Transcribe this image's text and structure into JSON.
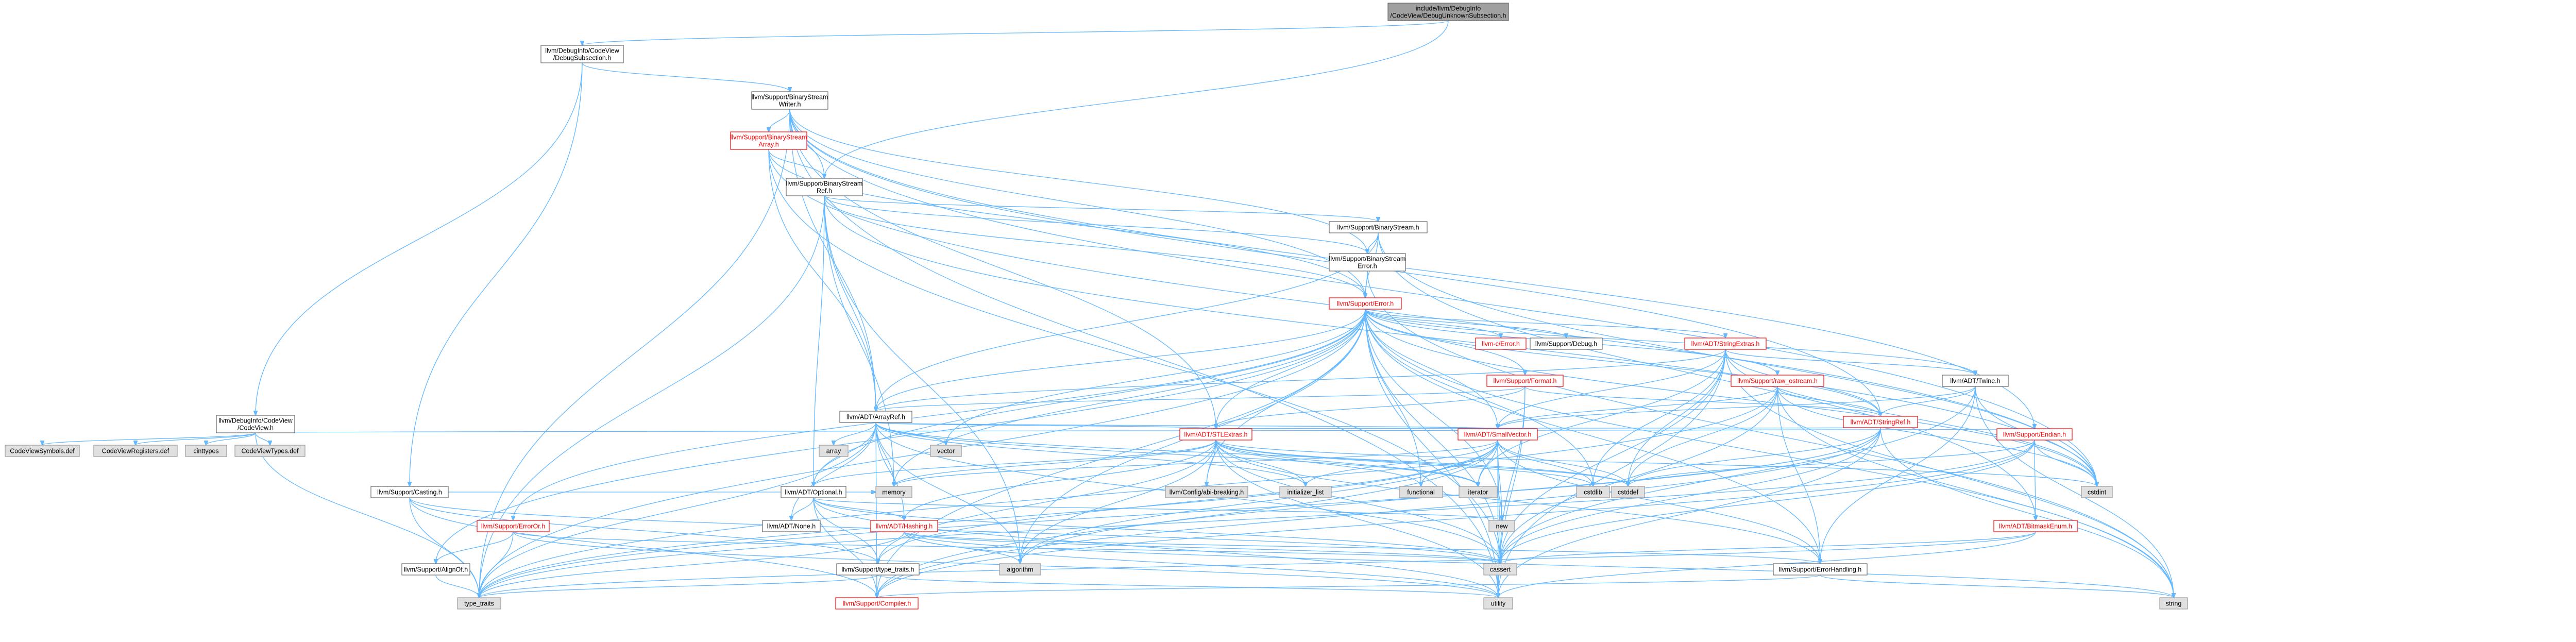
{
  "graph": {
    "nodes": [
      {
        "id": "root",
        "lines": [
          "include/llvm/DebugInfo",
          "/CodeView/DebugUnknownSubsection.h"
        ],
        "style": "root"
      },
      {
        "id": "debugsubsection",
        "lines": [
          "llvm/DebugInfo/CodeView",
          "/DebugSubsection.h"
        ],
        "style": "normal"
      },
      {
        "id": "binarystreamwriter",
        "lines": [
          "llvm/Support/BinaryStream",
          "Writer.h"
        ],
        "style": "normal"
      },
      {
        "id": "binarystreamarray",
        "lines": [
          "llvm/Support/BinaryStream",
          "Array.h"
        ],
        "style": "red"
      },
      {
        "id": "binarystreamref",
        "lines": [
          "llvm/Support/BinaryStream",
          "Ref.h"
        ],
        "style": "normal"
      },
      {
        "id": "binarystream",
        "lines": [
          "llvm/Support/BinaryStream.h"
        ],
        "style": "normal"
      },
      {
        "id": "binarystreamerror",
        "lines": [
          "llvm/Support/BinaryStream",
          "Error.h"
        ],
        "style": "normal"
      },
      {
        "id": "error",
        "lines": [
          "llvm/Support/Error.h"
        ],
        "style": "red"
      },
      {
        "id": "cerror",
        "lines": [
          "llvm-c/Error.h"
        ],
        "style": "red"
      },
      {
        "id": "debug",
        "lines": [
          "llvm/Support/Debug.h"
        ],
        "style": "normal"
      },
      {
        "id": "stringextras",
        "lines": [
          "llvm/ADT/StringExtras.h"
        ],
        "style": "red"
      },
      {
        "id": "format",
        "lines": [
          "llvm/Support/Format.h"
        ],
        "style": "red"
      },
      {
        "id": "rawostream",
        "lines": [
          "llvm/Support/raw_ostream.h"
        ],
        "style": "red"
      },
      {
        "id": "twine",
        "lines": [
          "llvm/ADT/Twine.h"
        ],
        "style": "normal"
      },
      {
        "id": "stringref",
        "lines": [
          "llvm/ADT/StringRef.h"
        ],
        "style": "red"
      },
      {
        "id": "arrayref",
        "lines": [
          "llvm/ADT/ArrayRef.h"
        ],
        "style": "normal"
      },
      {
        "id": "codeview",
        "lines": [
          "llvm/DebugInfo/CodeView",
          "/CodeView.h"
        ],
        "style": "normal"
      },
      {
        "id": "casting",
        "lines": [
          "llvm/Support/Casting.h"
        ],
        "style": "normal"
      },
      {
        "id": "stlextras",
        "lines": [
          "llvm/ADT/STLExtras.h"
        ],
        "style": "red"
      },
      {
        "id": "smallvector",
        "lines": [
          "llvm/ADT/SmallVector.h"
        ],
        "style": "red"
      },
      {
        "id": "endian",
        "lines": [
          "llvm/Support/Endian.h"
        ],
        "style": "red"
      },
      {
        "id": "bitmaskenum",
        "lines": [
          "llvm/ADT/BitmaskEnum.h"
        ],
        "style": "red"
      },
      {
        "id": "optional",
        "lines": [
          "llvm/ADT/Optional.h"
        ],
        "style": "normal"
      },
      {
        "id": "none",
        "lines": [
          "llvm/ADT/None.h"
        ],
        "style": "normal"
      },
      {
        "id": "hashing",
        "lines": [
          "llvm/ADT/Hashing.h"
        ],
        "style": "red"
      },
      {
        "id": "errorort",
        "lines": [
          "llvm/Support/ErrorOr.h"
        ],
        "style": "red"
      },
      {
        "id": "alignof",
        "lines": [
          "llvm/Support/AlignOf.h"
        ],
        "style": "normal"
      },
      {
        "id": "typetraits",
        "lines": [
          "llvm/Support/type_traits.h"
        ],
        "style": "normal"
      },
      {
        "id": "compiler",
        "lines": [
          "llvm/Support/Compiler.h"
        ],
        "style": "red"
      },
      {
        "id": "errorhandling",
        "lines": [
          "llvm/Support/ErrorHandling.h"
        ],
        "style": "normal"
      },
      {
        "id": "configbreaking",
        "lines": [
          "llvm/Config/abi-breaking.h"
        ],
        "style": "grey"
      },
      {
        "id": "codeviewsymbols",
        "lines": [
          "CodeViewSymbols.def"
        ],
        "style": "grey"
      },
      {
        "id": "codeviewregisters",
        "lines": [
          "CodeViewRegisters.def"
        ],
        "style": "grey"
      },
      {
        "id": "cinttypes",
        "lines": [
          "cinttypes"
        ],
        "style": "grey"
      },
      {
        "id": "codeviewtypes",
        "lines": [
          "CodeViewTypes.def"
        ],
        "style": "grey"
      },
      {
        "id": "array",
        "lines": [
          "array"
        ],
        "style": "grey"
      },
      {
        "id": "vector",
        "lines": [
          "vector"
        ],
        "style": "grey"
      },
      {
        "id": "initlist",
        "lines": [
          "initializer_list"
        ],
        "style": "grey"
      },
      {
        "id": "functional",
        "lines": [
          "functional"
        ],
        "style": "grey"
      },
      {
        "id": "iterator",
        "lines": [
          "iterator"
        ],
        "style": "grey"
      },
      {
        "id": "cstdlib",
        "lines": [
          "cstdlib"
        ],
        "style": "grey"
      },
      {
        "id": "cstddef",
        "lines": [
          "cstddef"
        ],
        "style": "grey"
      },
      {
        "id": "cstdint",
        "lines": [
          "cstdint"
        ],
        "style": "grey"
      },
      {
        "id": "memory",
        "lines": [
          "memory"
        ],
        "style": "grey"
      },
      {
        "id": "new",
        "lines": [
          "new"
        ],
        "style": "grey"
      },
      {
        "id": "algorithm",
        "lines": [
          "algorithm"
        ],
        "style": "grey"
      },
      {
        "id": "cassert",
        "lines": [
          "cassert"
        ],
        "style": "grey"
      },
      {
        "id": "typetraitsstd",
        "lines": [
          "type_traits"
        ],
        "style": "grey"
      },
      {
        "id": "utility",
        "lines": [
          "utility"
        ],
        "style": "grey"
      },
      {
        "id": "string",
        "lines": [
          "string"
        ],
        "style": "grey"
      }
    ]
  },
  "colors": {
    "edge": "#63b8ff",
    "edge_alt": "#9a9a9a",
    "node_border": "#666666",
    "root_fill": "#a0a0a0",
    "grey_fill": "#e0e0e0",
    "red_text": "#ff0000"
  }
}
